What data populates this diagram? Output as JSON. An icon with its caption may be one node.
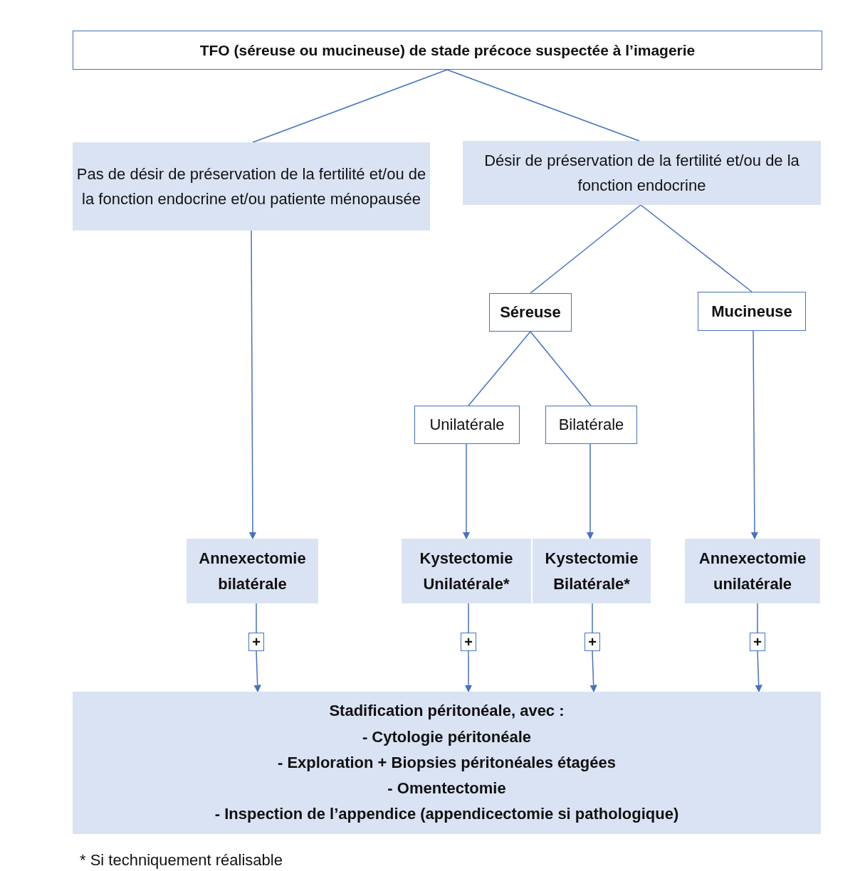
{
  "diagram": {
    "nodes": [
      {
        "text": [
          "TFO (séreuse ou mucineuse) de stade précoce suspectée à l’imagerie"
        ]
      },
      {
        "text": [
          "Pas de désir de préservation de la fertilité et/ou de la fonction endocrine et/ou patiente ménopausée"
        ]
      },
      {
        "text": [
          "Désir de préservation de la fertilité et/ou de la fonction endocrine"
        ]
      },
      {
        "text": [
          "Séreuse"
        ]
      },
      {
        "text": [
          "Mucineuse"
        ]
      },
      {
        "text": [
          "Unilatérale"
        ]
      },
      {
        "text": [
          "Bilatérale"
        ]
      },
      {
        "text": [
          "Annexectomie bilatérale"
        ]
      },
      {
        "text": [
          "Kystectomie Unilatérale*"
        ]
      },
      {
        "text": [
          "Kystectomie Bilatérale*"
        ]
      },
      {
        "text": [
          "Annexectomie unilatérale"
        ]
      },
      {
        "text": [
          "+"
        ]
      },
      {
        "text": [
          "+"
        ]
      },
      {
        "text": [
          "+"
        ]
      },
      {
        "text": [
          "+"
        ]
      },
      {
        "text": [
          "Stadification péritonéale, avec :",
          "- Cytologie péritonéale",
          "- Exploration + Biopsies péritonéales étagées",
          "- Omentectomie",
          "- Inspection de l’appendice (appendicectomie si pathologique)"
        ]
      }
    ],
    "edges": [
      {
        "from": 0,
        "to": 1,
        "arrow": "none"
      },
      {
        "from": 0,
        "to": 2,
        "arrow": "none"
      },
      {
        "from": 2,
        "to": 3,
        "arrow": "none"
      },
      {
        "from": 2,
        "to": 4,
        "arrow": "none"
      },
      {
        "from": 3,
        "to": 5,
        "arrow": "none"
      },
      {
        "from": 3,
        "to": 6,
        "arrow": "none"
      },
      {
        "from": 1,
        "to": 7,
        "arrow": "to"
      },
      {
        "from": 5,
        "to": 8,
        "arrow": "to"
      },
      {
        "from": 6,
        "to": 9,
        "arrow": "to"
      },
      {
        "from": 4,
        "to": 10,
        "arrow": "to"
      },
      {
        "from": 7,
        "to": 11,
        "arrow": "none"
      },
      {
        "from": 8,
        "to": 12,
        "arrow": "none"
      },
      {
        "from": 9,
        "to": 13,
        "arrow": "none"
      },
      {
        "from": 10,
        "to": 14,
        "arrow": "none"
      },
      {
        "from": 11,
        "to": 15,
        "arrow": "to"
      },
      {
        "from": 12,
        "to": 15,
        "arrow": "to"
      },
      {
        "from": 13,
        "to": 15,
        "arrow": "to"
      },
      {
        "from": 14,
        "to": 15,
        "arrow": "to"
      }
    ],
    "labels": [
      "* Si techniquement réalisable"
    ]
  }
}
